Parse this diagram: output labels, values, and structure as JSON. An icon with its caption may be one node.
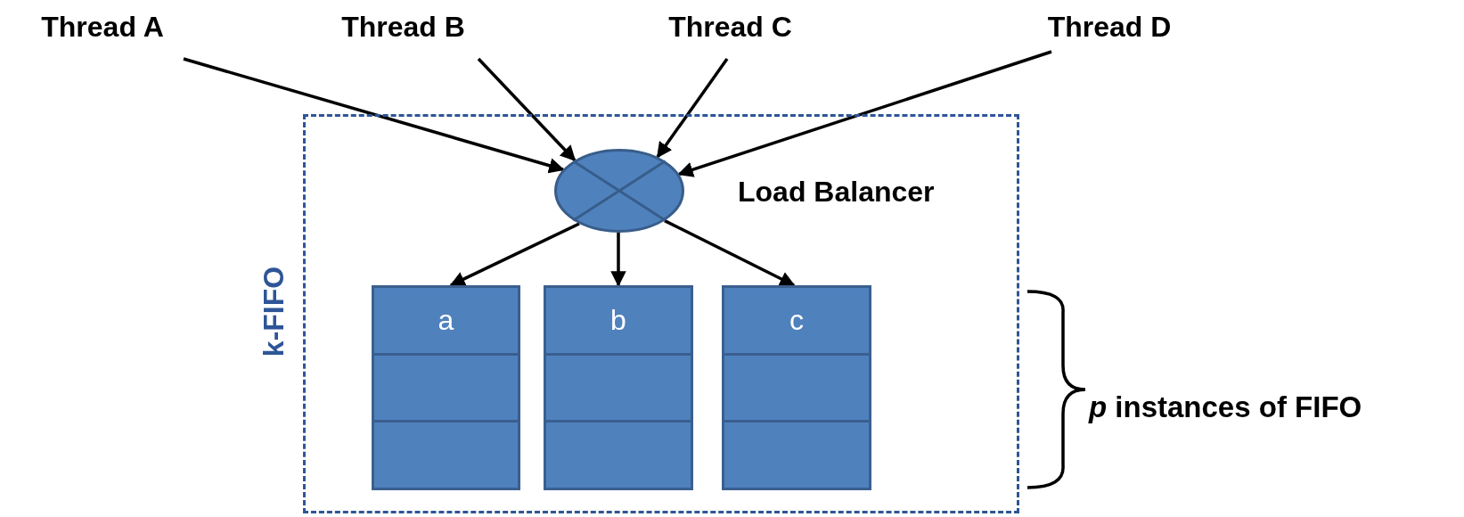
{
  "diagram": {
    "nodes": [
      {
        "text": [
          "Thread A"
        ]
      },
      {
        "text": [
          "Thread B"
        ]
      },
      {
        "text": [
          "Thread C"
        ]
      },
      {
        "text": [
          "Thread D"
        ]
      },
      {
        "text": [
          "k-FIFO"
        ]
      },
      {
        "text": [],
        "shape": "circle",
        "in": 4,
        "beside": [
          "Load Balancer"
        ]
      },
      {
        "text": [
          "a"
        ],
        "in": 4
      },
      {
        "text": [
          "b"
        ],
        "in": 4
      },
      {
        "text": [
          "c"
        ],
        "in": 4
      }
    ],
    "edges": [
      {
        "from": 0,
        "to": 5,
        "arrow": "to"
      },
      {
        "from": 1,
        "to": 5,
        "arrow": "to"
      },
      {
        "from": 2,
        "to": 5,
        "arrow": "to"
      },
      {
        "from": 3,
        "to": 5,
        "arrow": "to"
      },
      {
        "from": 5,
        "to": 6,
        "arrow": "to"
      },
      {
        "from": 5,
        "to": 7,
        "arrow": "to"
      },
      {
        "from": 5,
        "to": 8,
        "arrow": "to"
      }
    ],
    "labels": [
      "*p* instances of FIFO"
    ]
  }
}
